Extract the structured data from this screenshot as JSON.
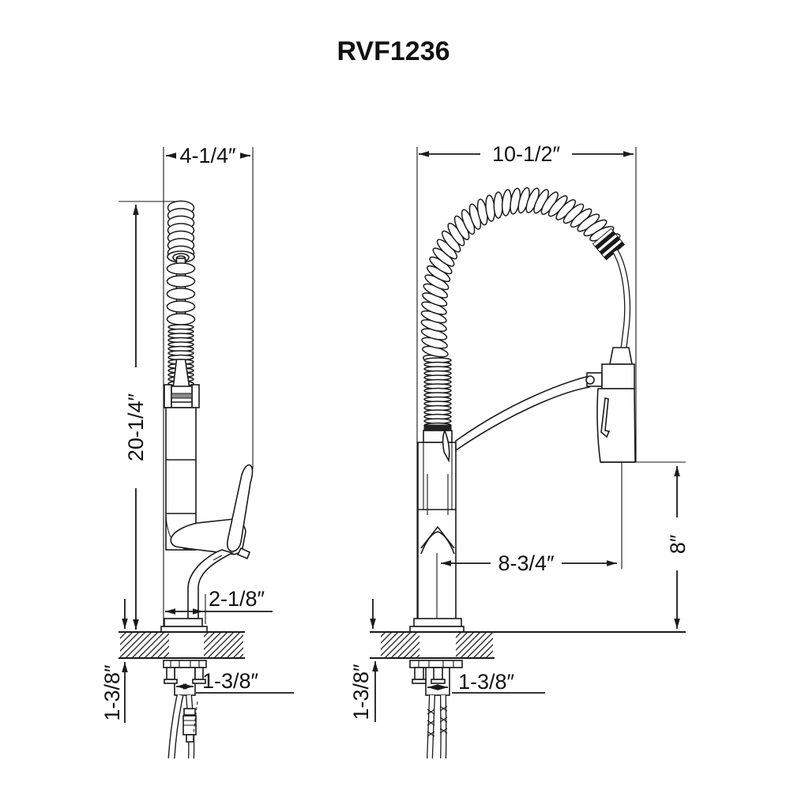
{
  "title": "RVF1236",
  "colors": {
    "ink": "#1a1a1a",
    "paper": "#ffffff",
    "clamp_band": "#8a8a8a"
  },
  "views": {
    "side": {
      "dims": {
        "width": "4-1/4″",
        "height": "20-1/4″",
        "base_width": "2-1/8″",
        "deck_thickness": "1-3/8″",
        "shank_diameter": "1-3/8″"
      }
    },
    "front": {
      "dims": {
        "width": "10-1/2″",
        "spout_reach": "8-3/4″",
        "head_height": "8″",
        "deck_thickness": "1-3/8″",
        "shank_diameter": "1-3/8″"
      }
    }
  }
}
